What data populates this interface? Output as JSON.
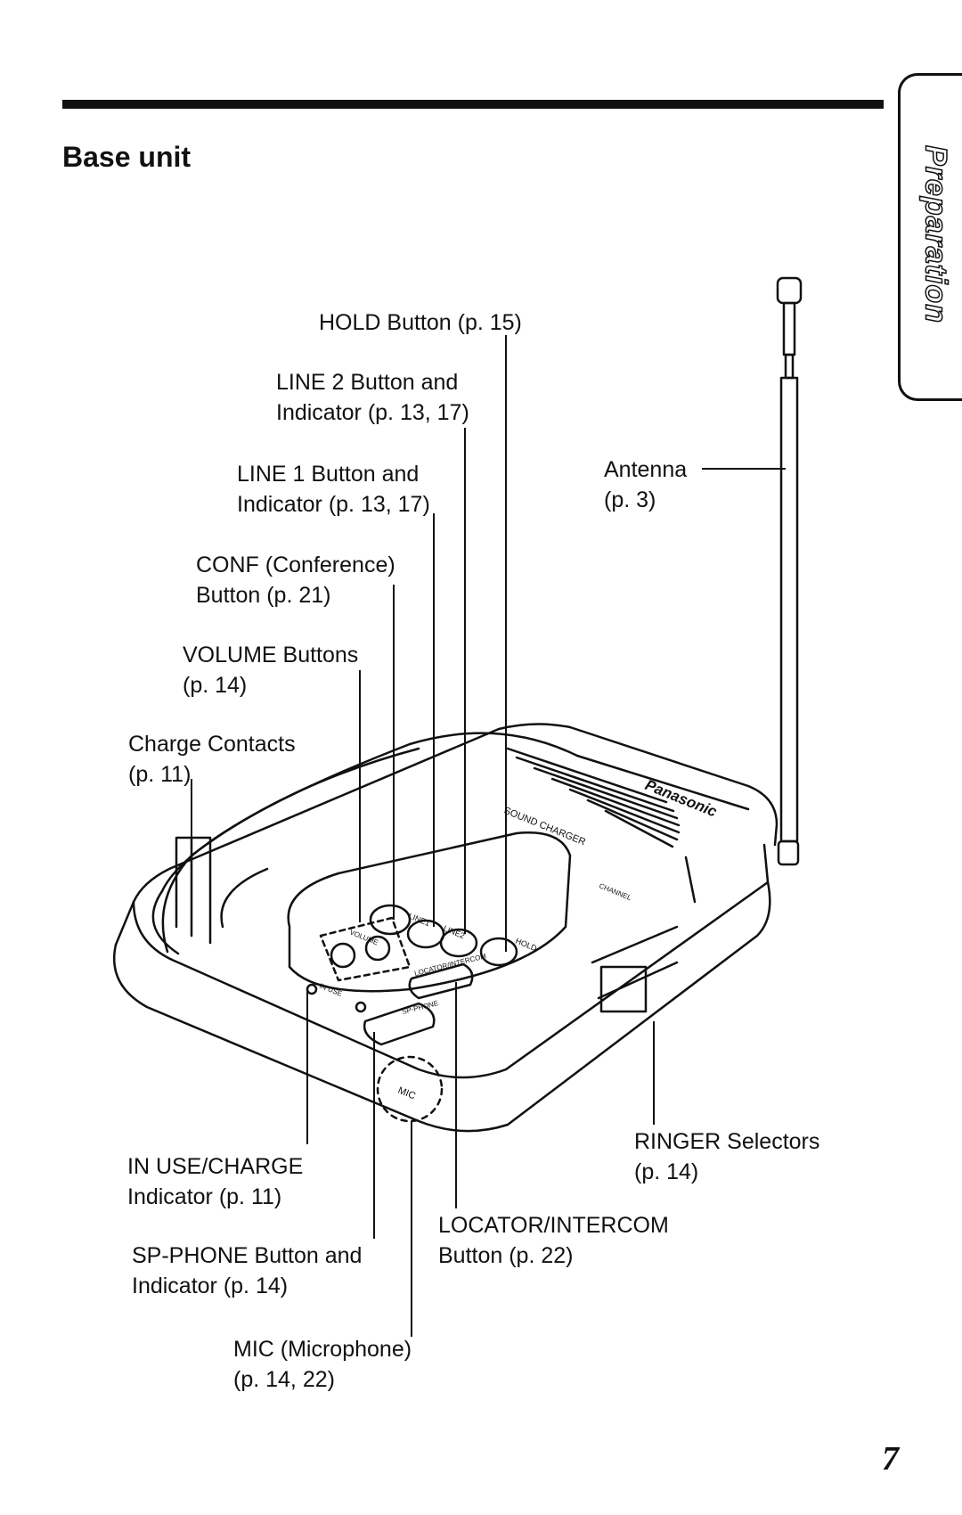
{
  "header": {
    "section_title": "Base unit",
    "tab_label": "Preparation"
  },
  "labels": {
    "hold": [
      "HOLD Button (p. 15)"
    ],
    "line2": [
      "LINE 2 Button and",
      "Indicator (p. 13, 17)"
    ],
    "line1": [
      "LINE 1 Button and",
      "Indicator (p. 13, 17)"
    ],
    "conf": [
      "CONF (Conference)",
      "Button (p. 21)"
    ],
    "volume": [
      "VOLUME Buttons",
      "(p. 14)"
    ],
    "charge_contacts": [
      "Charge Contacts",
      "(p. 11)"
    ],
    "antenna": [
      "Antenna",
      "(p. 3)"
    ],
    "ringer": [
      "RINGER Selectors",
      "(p. 14)"
    ],
    "in_use": [
      "IN USE/CHARGE",
      "Indicator (p. 11)"
    ],
    "locator": [
      "LOCATOR/INTERCOM",
      "Button (p. 22)"
    ],
    "sp_phone": [
      "SP-PHONE Button and",
      "Indicator (p. 14)"
    ],
    "mic": [
      "MIC (Microphone)",
      "(p. 14, 22)"
    ]
  },
  "device_text": {
    "brand": "Panasonic",
    "sound_charger": "SOUND CHARGER",
    "line1": "LINE1",
    "line2": "LINE2",
    "hold": "HOLD",
    "volume": "VOLUME",
    "locator": "LOCATOR/INTERCOM",
    "sp_phone": "SP-PHONE",
    "in_use": "IN USE",
    "mic": "MIC",
    "channel": "CHANNEL"
  },
  "page": {
    "number": "7"
  }
}
